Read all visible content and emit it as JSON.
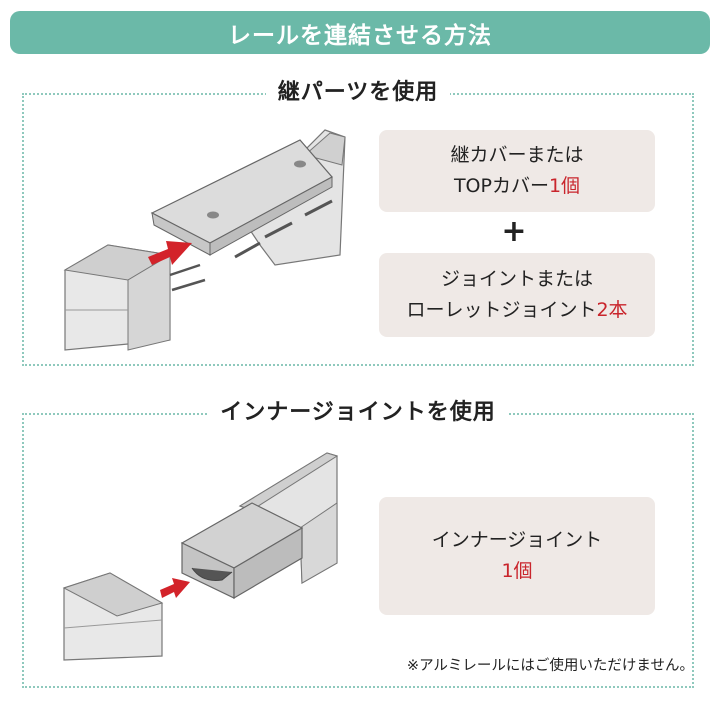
{
  "title": "レールを連結させる方法",
  "sections": {
    "top": {
      "heading": "継パーツを使用",
      "box1": {
        "line1": "継カバーまたは",
        "line2_prefix": "TOPカバー",
        "line2_count": "1個"
      },
      "plus": "+",
      "box2": {
        "line1": "ジョイントまたは",
        "line2_prefix": "ローレットジョイント",
        "line2_count": "2本"
      }
    },
    "bottom": {
      "heading": "インナージョイントを使用",
      "box": {
        "line1": "インナージョイント",
        "line2_count": "1個"
      },
      "note": "※アルミレールにはご使用いただけません。"
    }
  },
  "colors": {
    "banner": "#6bb9a8",
    "border": "#8fc9bd",
    "box": "#efe9e6",
    "accent": "#c9252c",
    "arrow": "#d3232a"
  }
}
